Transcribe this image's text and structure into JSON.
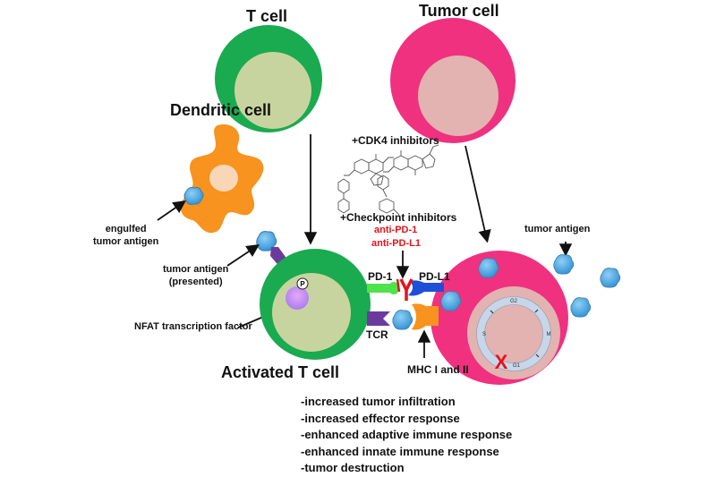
{
  "labels": {
    "t_cell": "T cell",
    "tumor_cell": "Tumor cell",
    "dendritic_cell": "Dendritic cell",
    "engulfed_antigen": [
      "engulfed",
      "tumor antigen"
    ],
    "presented_antigen": [
      "tumor antigen",
      "(presented)"
    ],
    "nfat": "NFAT transcription factor",
    "activated_t_cell": "Activated T cell",
    "cdk4": "+CDK4 inhibitors",
    "checkpoint": "+Checkpoint inhibitors",
    "anti_pd1": "anti-PD-1",
    "anti_pdl1": "anti-PD-L1",
    "pd1": "PD-1",
    "pdl1": "PD-L1",
    "tcr": "TCR",
    "mhc": "MHC I and II",
    "tumor_antigen": "tumor antigen",
    "phospho": "P",
    "cell_cycle": {
      "top": "G2",
      "right": "M",
      "bottom": "G1",
      "left": "S"
    },
    "arrest_mark": "X"
  },
  "outcomes": [
    "-increased tumor infiltration",
    "-increased effector response",
    "-enhanced adaptive immune response",
    "-enhanced innate immune response",
    "-tumor destruction"
  ],
  "colors": {
    "t_cell_outer": "#1aaa50",
    "t_cell_inner": "#c8d4a0",
    "tumor_outer": "#f0317f",
    "tumor_inner": "#e2b3b0",
    "dendritic": "#f7931e",
    "dendritic_nucleus": "#fad6b8",
    "antigen": "#4fa8e0",
    "tcr": "#6a3b9c",
    "pd1": "#4ee34a",
    "pdl1": "#1d4fd8",
    "mhc": "#f7931e",
    "antibody": "#e3131b",
    "nfat": "#c88ef0",
    "cycle_ring": "#c7d6e8"
  }
}
